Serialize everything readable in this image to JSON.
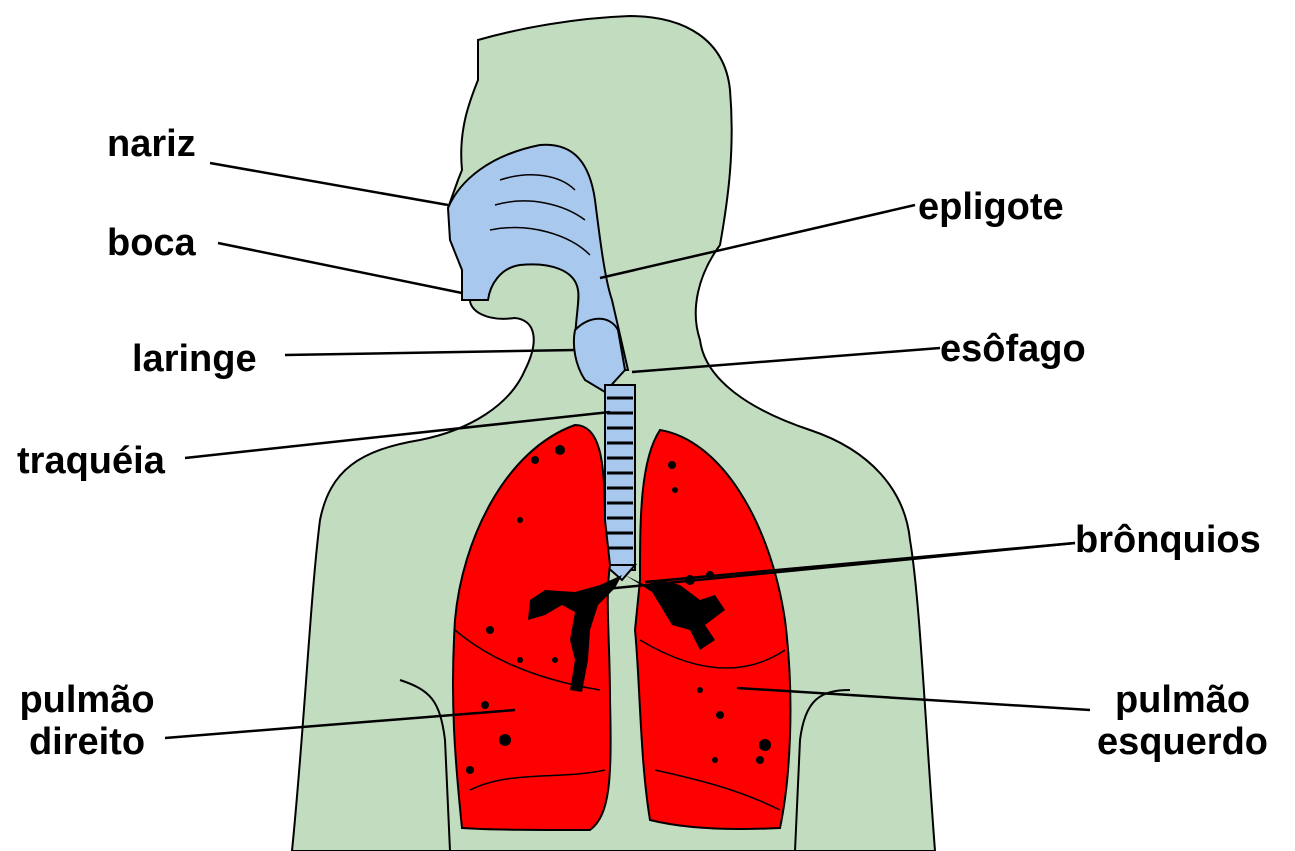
{
  "labels": {
    "nose": "nariz",
    "mouth": "boca",
    "larynx": "laringe",
    "trachea": "traquéia",
    "epiglottis": "epligote",
    "esophagus": "esôfago",
    "bronchi": "brônquios",
    "right_lung": [
      "pulmão",
      "direito"
    ],
    "left_lung": [
      "pulmão",
      "esquerdo"
    ]
  },
  "colors": {
    "body": "#c2dcc0",
    "airway": "#a9c8ee",
    "lungs": "#ff0000",
    "bronchi": "#000000",
    "lines": "#000000"
  }
}
